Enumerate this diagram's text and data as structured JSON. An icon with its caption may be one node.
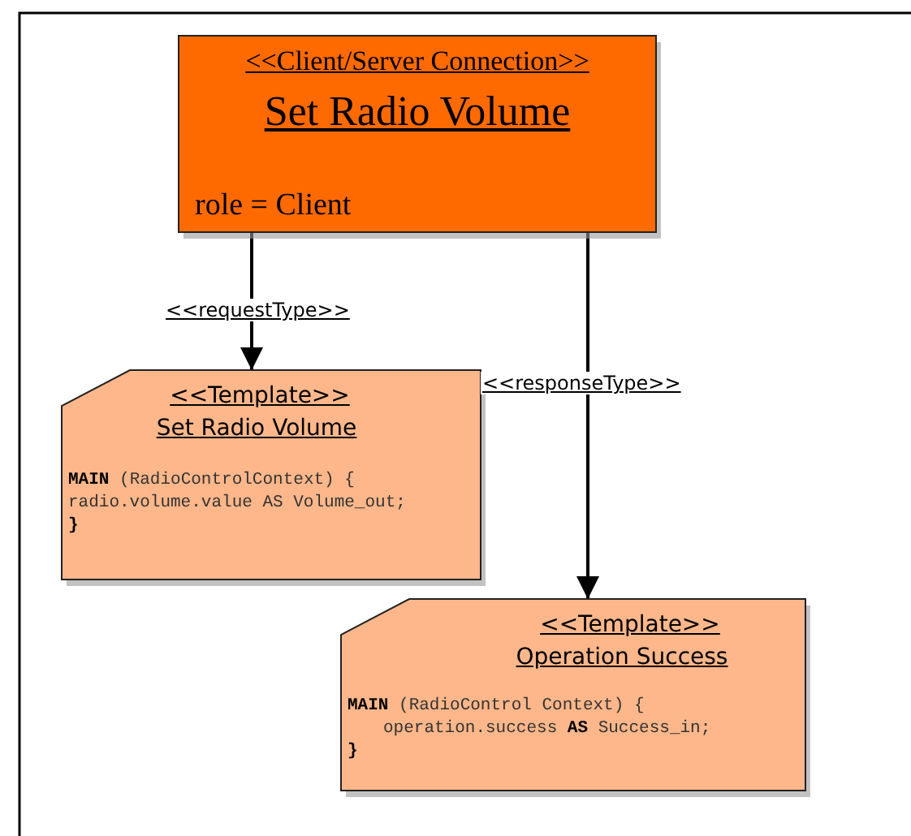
{
  "diagram": {
    "nodes": [
      {
        "text": [
          "<<Client/Server Connection>>",
          "Set Radio Volume",
          "role = Client"
        ]
      },
      {
        "text": [
          "<<Template>>",
          "Set Radio Volume",
          "**MAIN** (RadioControlContext) {",
          "radio.volume.value AS Volume_out;",
          "**}**"
        ]
      },
      {
        "text": [
          "<<Template>>",
          "Operation Success",
          "**MAIN** (RadioControl Context) {",
          "operation.success **AS** Success_in;",
          "**}**"
        ]
      }
    ],
    "edges": [
      {
        "from": 0,
        "to": 1,
        "arrow": "to",
        "label": "<<requestType>>"
      },
      {
        "from": 0,
        "to": 2,
        "arrow": "to",
        "label": "<<responseType>>"
      }
    ]
  }
}
